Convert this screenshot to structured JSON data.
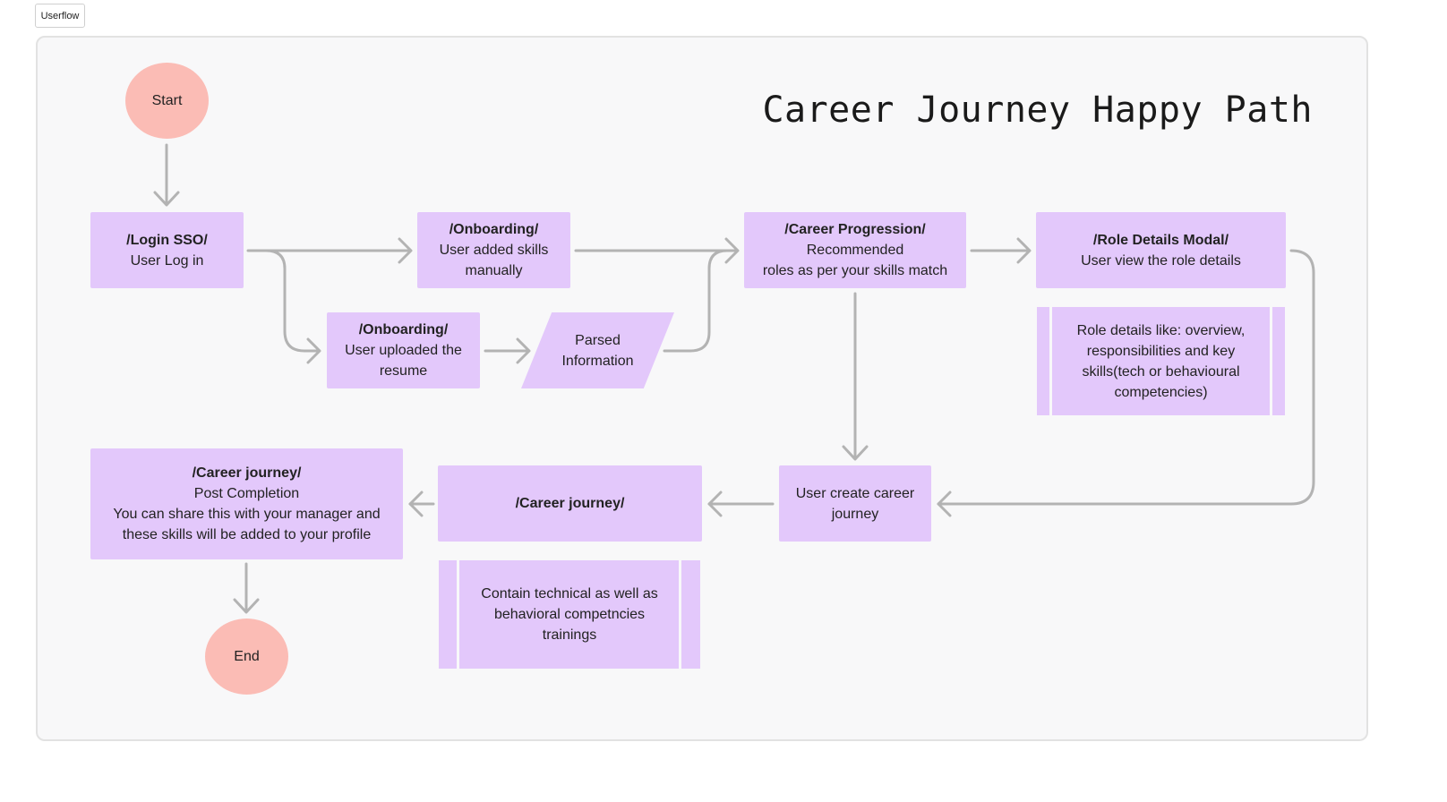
{
  "tag_label": "Userflow",
  "title": "Career Journey Happy Path",
  "nodes": {
    "start": "Start",
    "end": "End",
    "login": {
      "heading": "/Login SSO/",
      "body": "User Log in"
    },
    "onboarding_manual": {
      "heading": "/Onboarding/",
      "body": "User added skills manually"
    },
    "onboarding_resume": {
      "heading": "/Onboarding/",
      "body": "User uploaded the resume"
    },
    "parsed": "Parsed Information",
    "career_progression": {
      "heading": "/Career Progression/",
      "body1": "Recommended",
      "body2": "roles as per your skills match"
    },
    "role_details": {
      "heading": "/Role Details Modal/",
      "body": "User view the role details"
    },
    "role_details_note": "Role details like: overview, responsibilities and key skills(tech or behavioural competencies)",
    "create_journey": "User create career journey",
    "career_journey": {
      "heading": "/Career journey/"
    },
    "career_journey_note": "Contain technical as well as behavioral competncies trainings",
    "post_completion": {
      "heading": "/Career journey/",
      "body1": "Post Completion",
      "body2": "You can share this with your manager and these skills will be added to your profile"
    }
  },
  "colors": {
    "process": "#e3c8fb",
    "terminal": "#fbbcb5",
    "arrow": "#b3b3b3"
  }
}
